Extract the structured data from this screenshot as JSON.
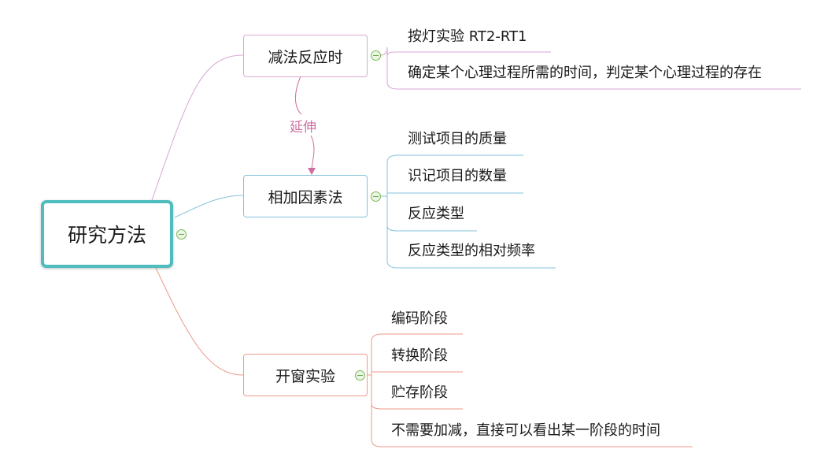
{
  "root": {
    "label": "研究方法"
  },
  "branches": [
    {
      "label": "减法反应时",
      "color": "#d9a6d4",
      "items": [
        "按灯实验 RT2-RT1",
        "确定某个心理过程所需的时间，判定某个心理过程的存在"
      ]
    },
    {
      "label": "相加因素法",
      "color": "#86c3dc",
      "items": [
        "测试项目的质量",
        "识记项目的数量",
        "反应类型",
        "反应类型的相对频率"
      ]
    },
    {
      "label": "开窗实验",
      "color": "#ee9a8a",
      "items": [
        "编码阶段",
        "转换阶段",
        "贮存阶段",
        "不需要加减，直接可以看出某一阶段的时间"
      ]
    }
  ],
  "relation": {
    "label": "延伸",
    "color": "#cc6fa0"
  },
  "icons": {
    "collapse": "collapse-minus-icon"
  }
}
